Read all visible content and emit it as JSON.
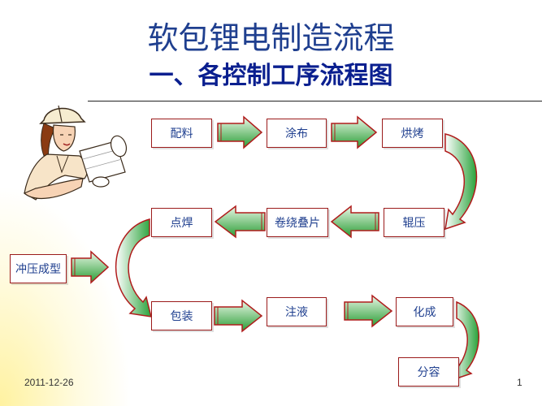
{
  "slide": {
    "title": "软包锂电制造流程",
    "subtitle": "一、各控制工序流程图",
    "date": "2011-12-26",
    "page_number": "1"
  },
  "steps": {
    "peiliao": "配料",
    "tubu": "涂布",
    "hongkao": "烘烤",
    "gunya": "辊压",
    "juanrao": "卷绕叠片",
    "dianhan": "点焊",
    "chongya": "冲压成型",
    "baozhuang": "包装",
    "zhuye": "注液",
    "huacheng": "化成",
    "fenrong": "分容"
  },
  "colors": {
    "title": "#1f3f8f",
    "box_border": "#9b1b1b",
    "arrow_fill": "#1aa02a",
    "arrow_border": "#b01c1c",
    "background_glow": "#fff6b0"
  },
  "icons": {
    "illustration": "engineer-with-blueprints-illustration"
  }
}
